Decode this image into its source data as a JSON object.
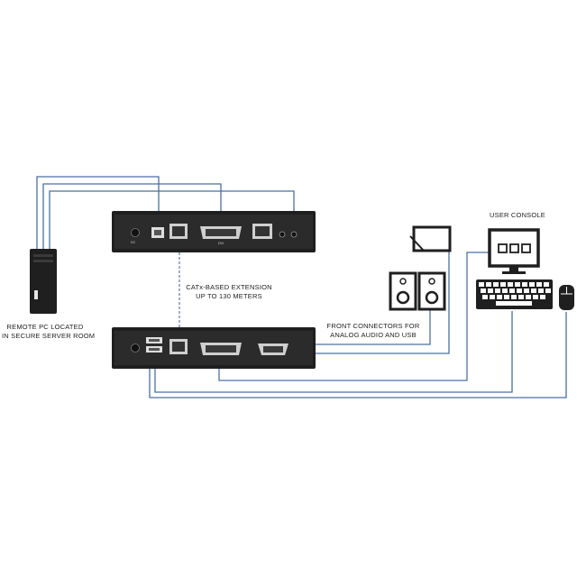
{
  "labels": {
    "remote_pc_line1": "REMOTE PC LOCATED",
    "remote_pc_line2": "IN SECURE SERVER ROOM",
    "extension_line1": "CATx-BASED EXTENSION",
    "extension_line2": "UP TO 130 METERS",
    "front_connectors_line1": "FRONT CONNECTORS FOR",
    "front_connectors_line2": "ANALOG AUDIO AND USB",
    "user_console": "USER CONSOLE"
  },
  "colors": {
    "cable": "#4a6fa5",
    "device": "#1f1f1f",
    "device_face": "#2b2b2b",
    "dashed_link": "#4a6fa5"
  }
}
